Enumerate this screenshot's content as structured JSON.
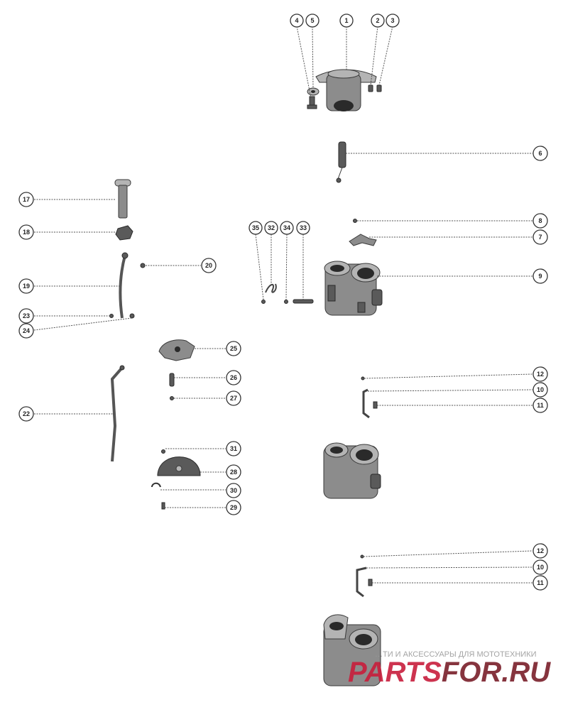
{
  "callouts": [
    {
      "id": "c1",
      "label": "1"
    },
    {
      "id": "c2",
      "label": "2"
    },
    {
      "id": "c3",
      "label": "3"
    },
    {
      "id": "c4",
      "label": "4"
    },
    {
      "id": "c5",
      "label": "5"
    },
    {
      "id": "c6",
      "label": "6"
    },
    {
      "id": "c8",
      "label": "8"
    },
    {
      "id": "c7",
      "label": "7"
    },
    {
      "id": "c9",
      "label": "9"
    },
    {
      "id": "c17",
      "label": "17"
    },
    {
      "id": "c18",
      "label": "18"
    },
    {
      "id": "c19",
      "label": "19"
    },
    {
      "id": "c20",
      "label": "20"
    },
    {
      "id": "c23",
      "label": "23"
    },
    {
      "id": "c24",
      "label": "24"
    },
    {
      "id": "c22",
      "label": "22"
    },
    {
      "id": "c35",
      "label": "35"
    },
    {
      "id": "c32",
      "label": "32"
    },
    {
      "id": "c34",
      "label": "34"
    },
    {
      "id": "c33",
      "label": "33"
    },
    {
      "id": "c25",
      "label": "25"
    },
    {
      "id": "c26",
      "label": "26"
    },
    {
      "id": "c27",
      "label": "27"
    },
    {
      "id": "c31",
      "label": "31"
    },
    {
      "id": "c28",
      "label": "28"
    },
    {
      "id": "c30",
      "label": "30"
    },
    {
      "id": "c29",
      "label": "29"
    },
    {
      "id": "c12a",
      "label": "12"
    },
    {
      "id": "c10a",
      "label": "10"
    },
    {
      "id": "c11a",
      "label": "11"
    },
    {
      "id": "c12b",
      "label": "12"
    },
    {
      "id": "c10b",
      "label": "10"
    },
    {
      "id": "c11b",
      "label": "11"
    }
  ],
  "watermark": {
    "tagline": "…ТИ И АКСЕССУАРЫ ДЛЯ МОТОТЕХНИКИ",
    "logo_left": "PARTS",
    "logo_right": "FOR.RU",
    "logo_left_color": "#c81e3c",
    "logo_right_color": "#7a1f2a"
  }
}
